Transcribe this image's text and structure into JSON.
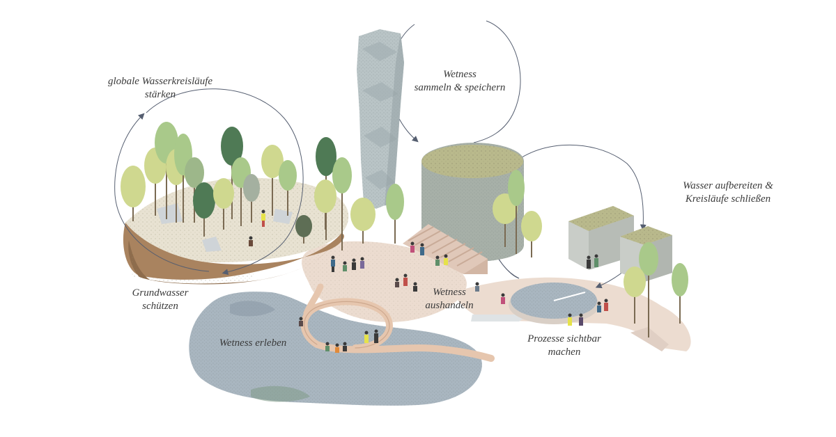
{
  "labels": {
    "global_cycles": {
      "line1": "globale Wasserkreisläufe",
      "line2": "stärken"
    },
    "collect_store": {
      "line1": "Wetness",
      "line2": "sammeln & speichern"
    },
    "treat_close": {
      "line1": "Wasser aufbereiten &",
      "line2": "Kreisläufe schließen"
    },
    "groundwater": {
      "line1": "Grundwasser",
      "line2": "schützen"
    },
    "negotiate": {
      "line1": "Wetness",
      "line2": "aushandeln"
    },
    "experience": {
      "line1": "Wetness erleben"
    },
    "processes": {
      "line1": "Prozesse sichtbar",
      "line2": "machen"
    }
  },
  "colors": {
    "water": "#a9b6c0",
    "water_dark": "#8c9aa6",
    "plaza": "#ecdcd0",
    "earth": "#a9835f",
    "tower": "#b9c4c6",
    "tank": "#a7b0a8",
    "moss": "#b9b98c",
    "tree_light": "#cfd88f",
    "tree_mid": "#a9c98a",
    "tree_dark": "#4f7a55",
    "arrow": "#555e70"
  }
}
